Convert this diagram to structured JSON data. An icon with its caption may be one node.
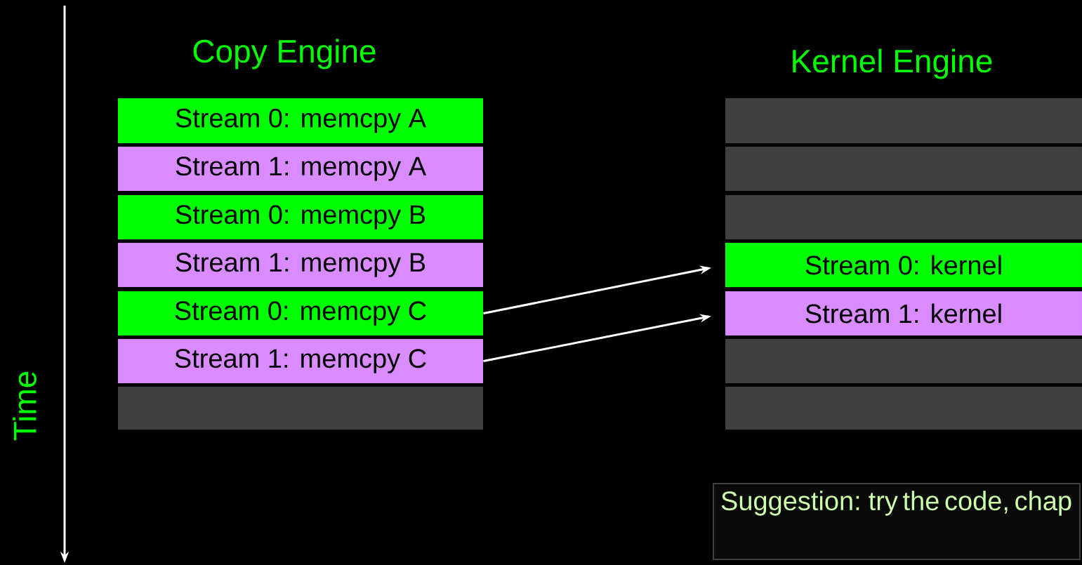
{
  "diagram": {
    "nodes": [
      {
        "text": [
          "Stream 0: memcpy A"
        ]
      },
      {
        "text": [
          "Stream 1: memcpy A"
        ]
      },
      {
        "text": [
          "Stream 0: memcpy B"
        ]
      },
      {
        "text": [
          "Stream 1: memcpy B"
        ]
      },
      {
        "text": [
          "Stream 0: memcpy C"
        ]
      },
      {
        "text": [
          "Stream 1: memcpy C"
        ]
      },
      {
        "text": [],
        "shape": "bar"
      },
      {
        "text": [],
        "shape": "bar"
      },
      {
        "text": [],
        "shape": "bar"
      },
      {
        "text": [],
        "shape": "bar"
      },
      {
        "text": [
          "Stream 0: kernel"
        ]
      },
      {
        "text": [
          "Stream 1: kernel"
        ]
      },
      {
        "text": [],
        "shape": "bar"
      },
      {
        "text": [],
        "shape": "bar"
      },
      {
        "text": [
          "Suggestion: try the code, chap"
        ]
      }
    ],
    "edges": [
      {
        "from": 4,
        "to": 10,
        "arrow": "to"
      },
      {
        "from": 5,
        "to": 11,
        "arrow": "to"
      }
    ],
    "labels": [
      "Copy Engine",
      "Kernel Engine",
      "Time"
    ]
  }
}
